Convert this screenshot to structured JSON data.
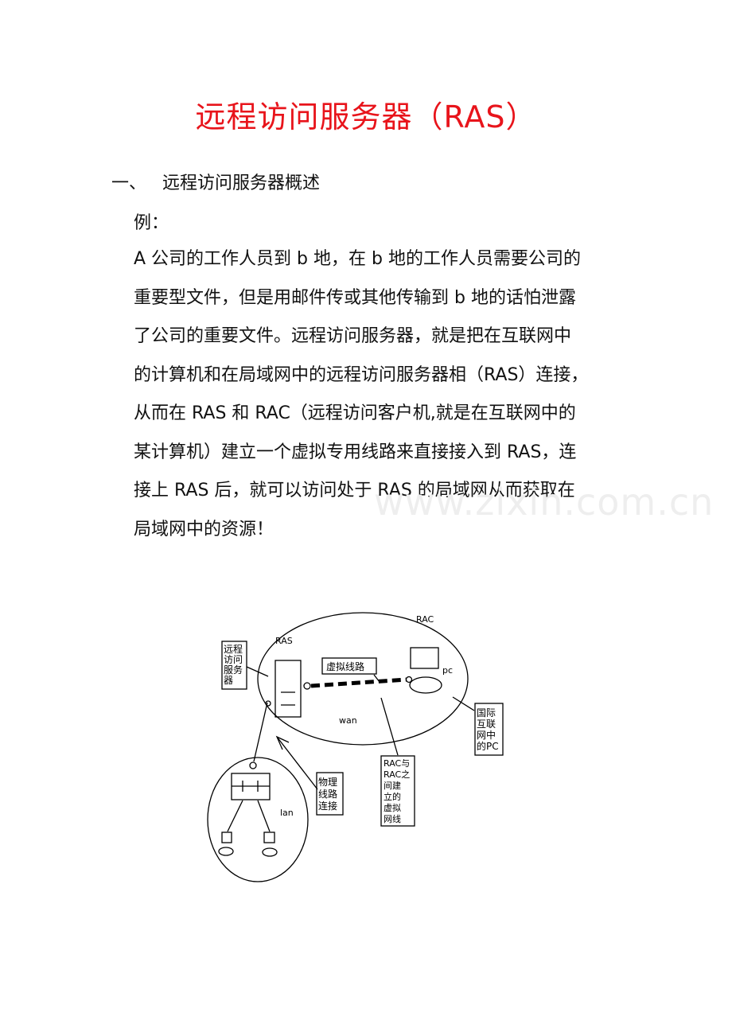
{
  "document": {
    "title": "远程访问服务器（RAS）",
    "section_number": "一、",
    "section_title": "远程访问服务器概述",
    "example_label": "例：",
    "paragraph_lines": [
      "A 公司的工作人员到 b 地，在 b 地的工作人员需要公司的",
      "重要型文件，但是用邮件传或其他传输到 b 地的话怕泄露",
      "了公司的重要文件。远程访问服务器，就是把在互联网中",
      "的计算机和在局域网中的远程访问服务器相（RAS）连接，",
      "从而在 RAS 和 RAC（远程访问客户机,就是在互联网中的",
      "某计算机）建立一个虚拟专用线路来直接接入到 RAS，连",
      "接上 RAS 后，就可以访问处于 RAS 的局域网从而获取在",
      "局域网中的资源！"
    ],
    "watermark": "www.zixin.com.cn"
  },
  "diagram": {
    "rac_label": "RAC",
    "ras_label": "RAS",
    "pc_label": "pc",
    "wan_label": "wan",
    "lan_label": "lan",
    "server_callout": [
      "远程",
      "访问",
      "服务",
      "器"
    ],
    "virtual_line_callout": "虚拟线路",
    "internet_pc_callout": [
      "国际",
      "互联",
      "网中",
      "的PC"
    ],
    "physical_line_callout": [
      "物理",
      "线路",
      "连接"
    ],
    "rac_virtual_callout": [
      "RAC与",
      "RAC之",
      "间建",
      "立的",
      "虚拟",
      "网线"
    ]
  }
}
